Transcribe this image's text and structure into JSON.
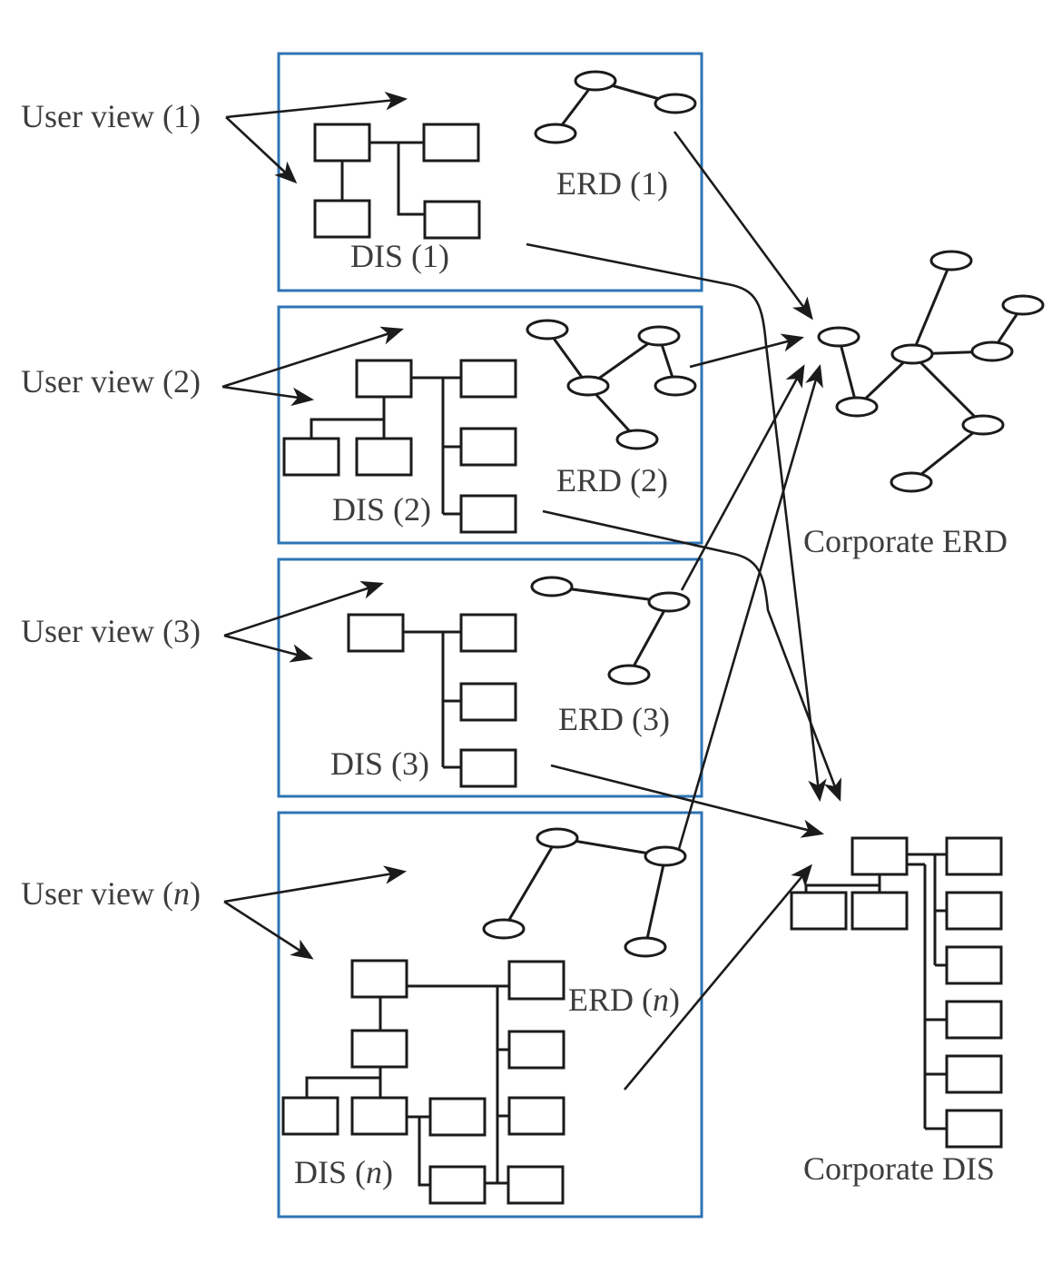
{
  "colors": {
    "panel_border": "#2e74b5",
    "line": "#1b1b1b",
    "text": "#3d3d3d",
    "background": "#ffffff"
  },
  "panels": [
    {
      "id": "1",
      "user_view": [
        {
          "t": "User view (1)"
        }
      ],
      "dis": [
        {
          "t": "DIS (1)"
        }
      ],
      "erd": [
        {
          "t": "ERD (1)"
        }
      ]
    },
    {
      "id": "2",
      "user_view": [
        {
          "t": "User view (2)"
        }
      ],
      "dis": [
        {
          "t": "DIS (2)"
        }
      ],
      "erd": [
        {
          "t": "ERD (2)"
        }
      ]
    },
    {
      "id": "3",
      "user_view": [
        {
          "t": "User view (3)"
        }
      ],
      "dis": [
        {
          "t": "DIS (3)"
        }
      ],
      "erd": [
        {
          "t": "ERD (3)"
        }
      ]
    },
    {
      "id": "n",
      "user_view": [
        {
          "t": "User view ("
        },
        {
          "t": "n",
          "i": true
        },
        {
          "t": ")"
        }
      ],
      "dis": [
        {
          "t": "DIS ("
        },
        {
          "t": "n",
          "i": true
        },
        {
          "t": ")"
        }
      ],
      "erd": [
        {
          "t": "ERD ("
        },
        {
          "t": "n",
          "i": true
        },
        {
          "t": ")"
        }
      ]
    }
  ],
  "corporate": {
    "erd": [
      {
        "t": "Corporate ERD"
      }
    ],
    "dis": [
      {
        "t": "Corporate DIS"
      }
    ]
  }
}
